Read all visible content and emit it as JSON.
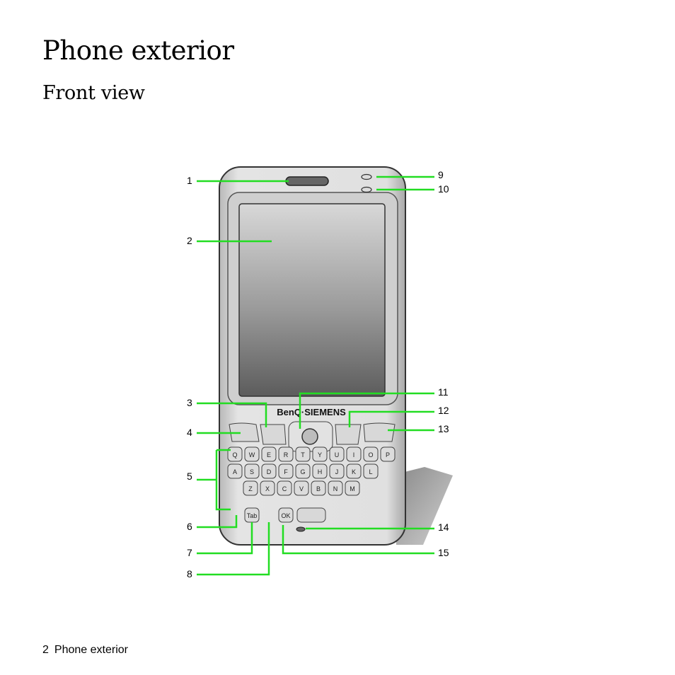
{
  "heading": "Phone exterior",
  "subheading": "Front view",
  "footer": {
    "page_number": "2",
    "running_title": "Phone exterior"
  },
  "figure": {
    "brand": "BenQ·SIEMENS",
    "callouts": [
      "1",
      "2",
      "3",
      "4",
      "5",
      "6",
      "7",
      "8",
      "9",
      "10",
      "11",
      "12",
      "13",
      "14",
      "15"
    ],
    "keys": {
      "row1": [
        "Q",
        "W",
        "E",
        "R",
        "T",
        "Y",
        "U",
        "I",
        "O",
        "P"
      ],
      "row2": [
        "A",
        "S",
        "D",
        "F",
        "G",
        "H",
        "J",
        "K",
        "L"
      ],
      "row3": [
        "Z",
        "X",
        "C",
        "V",
        "B",
        "N",
        "M"
      ],
      "row4": [
        "Tab",
        "OK"
      ]
    },
    "leader_color": "#22dd22"
  }
}
